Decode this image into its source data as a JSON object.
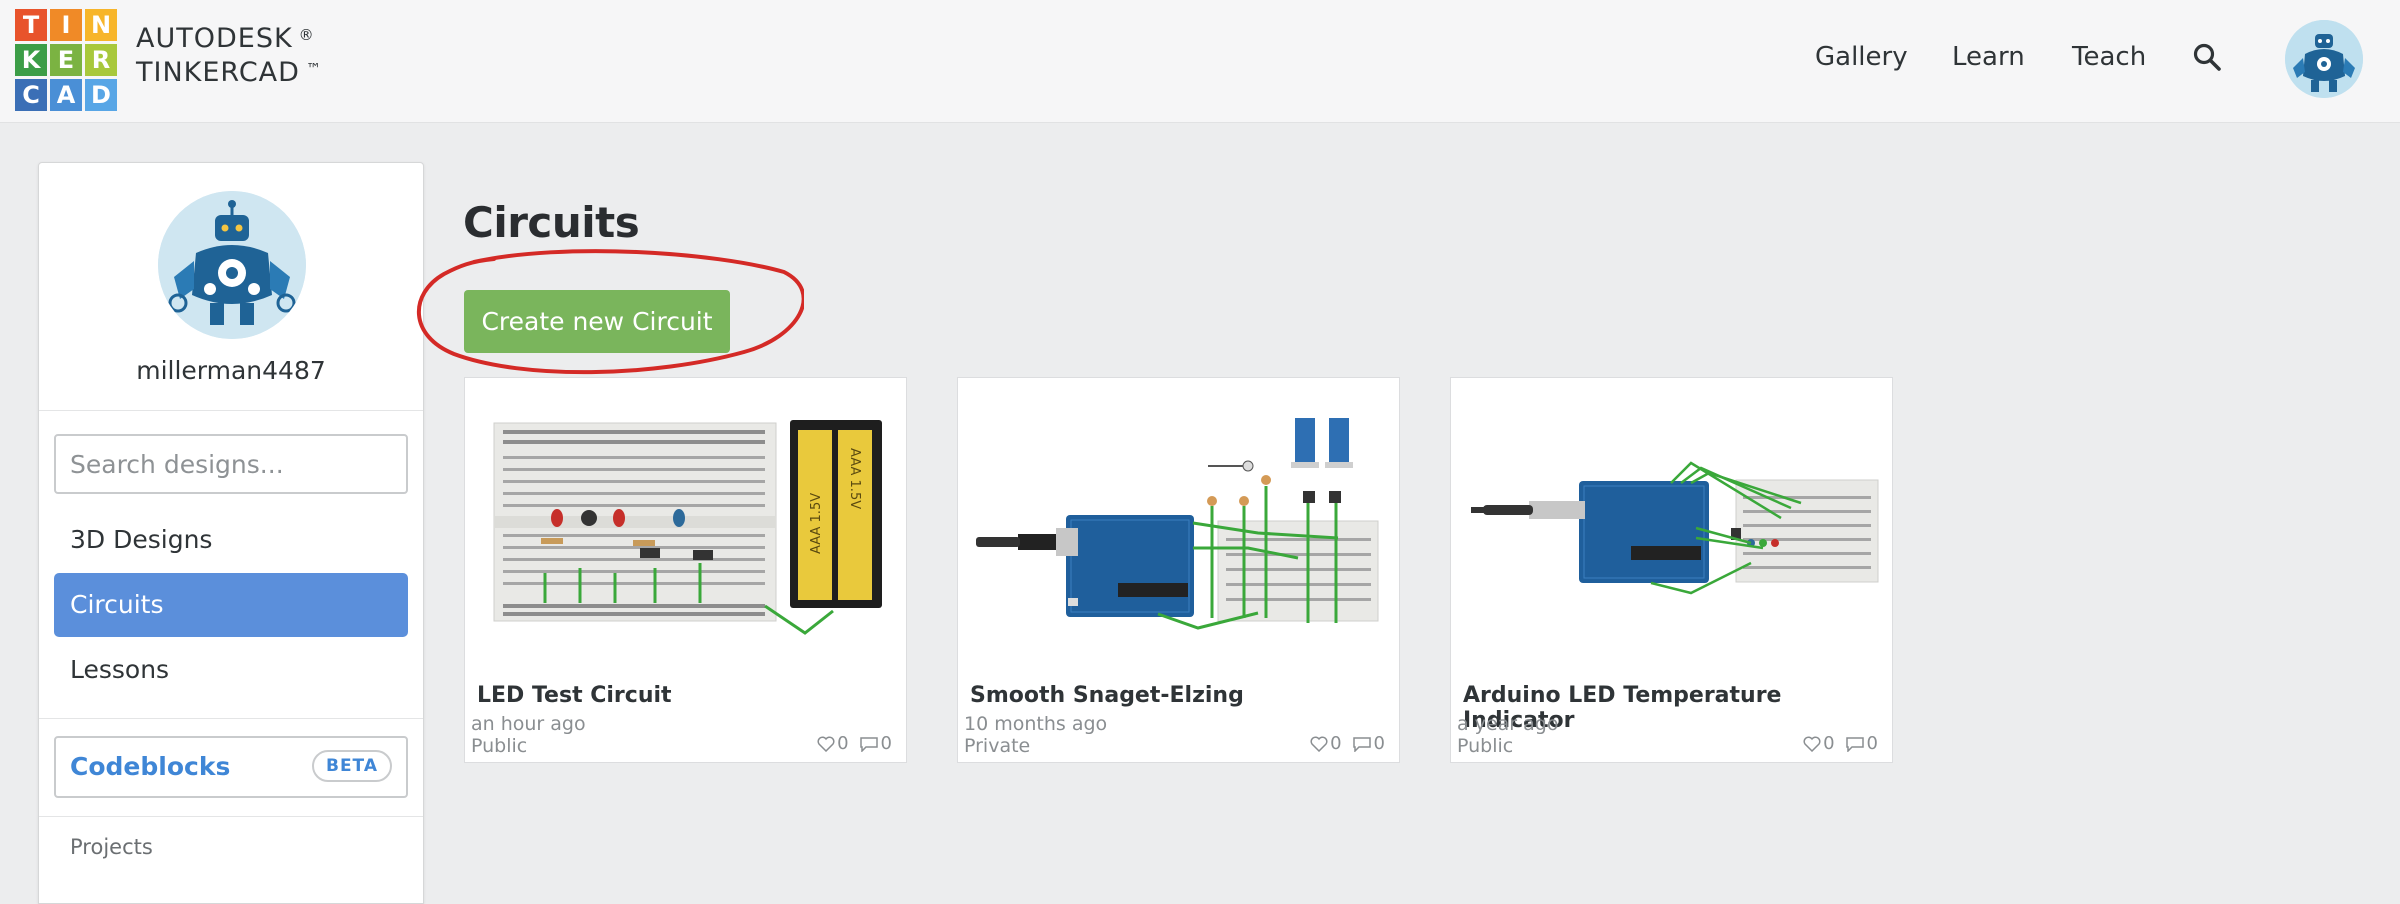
{
  "header": {
    "logo_letters": [
      "T",
      "I",
      "N",
      "K",
      "E",
      "R",
      "C",
      "A",
      "D"
    ],
    "brand_line1": "AUTODESK",
    "brand_line1_mark": "®",
    "brand_line2": "TINKERCAD",
    "brand_line2_mark": "™",
    "nav": [
      {
        "label": "Gallery"
      },
      {
        "label": "Learn"
      },
      {
        "label": "Teach"
      }
    ],
    "search_icon": "search-icon"
  },
  "sidebar": {
    "username": "millerman4487",
    "search_placeholder": "Search designs...",
    "items": [
      {
        "label": "3D Designs",
        "active": false
      },
      {
        "label": "Circuits",
        "active": true
      },
      {
        "label": "Lessons",
        "active": false
      }
    ],
    "codeblocks_label": "Codeblocks",
    "codeblocks_badge": "BETA",
    "projects_label": "Projects"
  },
  "main": {
    "title": "Circuits",
    "create_label": "Create new Circuit",
    "cards": [
      {
        "title": "LED Test Circuit",
        "time": "an hour ago",
        "visibility": "Public",
        "likes": "0",
        "comments": "0"
      },
      {
        "title": "Smooth Snaget-Elzing",
        "time": "10 months ago",
        "visibility": "Private",
        "likes": "0",
        "comments": "0"
      },
      {
        "title": "Arduino LED Temperature Indicator",
        "time": "a year ago",
        "visibility": "Public",
        "likes": "0",
        "comments": "0"
      }
    ],
    "battery_label": "AAA 1.5V"
  },
  "colors": {
    "logo": [
      "#e8532b",
      "#f08a27",
      "#f7b52a",
      "#3c9d47",
      "#7bb342",
      "#a8c83c",
      "#3b6fb6",
      "#4a8fd6",
      "#58a6e6"
    ],
    "accent_blue": "#5b8fdb",
    "create_green": "#7ab55c",
    "annotation_red": "#d42a26"
  }
}
